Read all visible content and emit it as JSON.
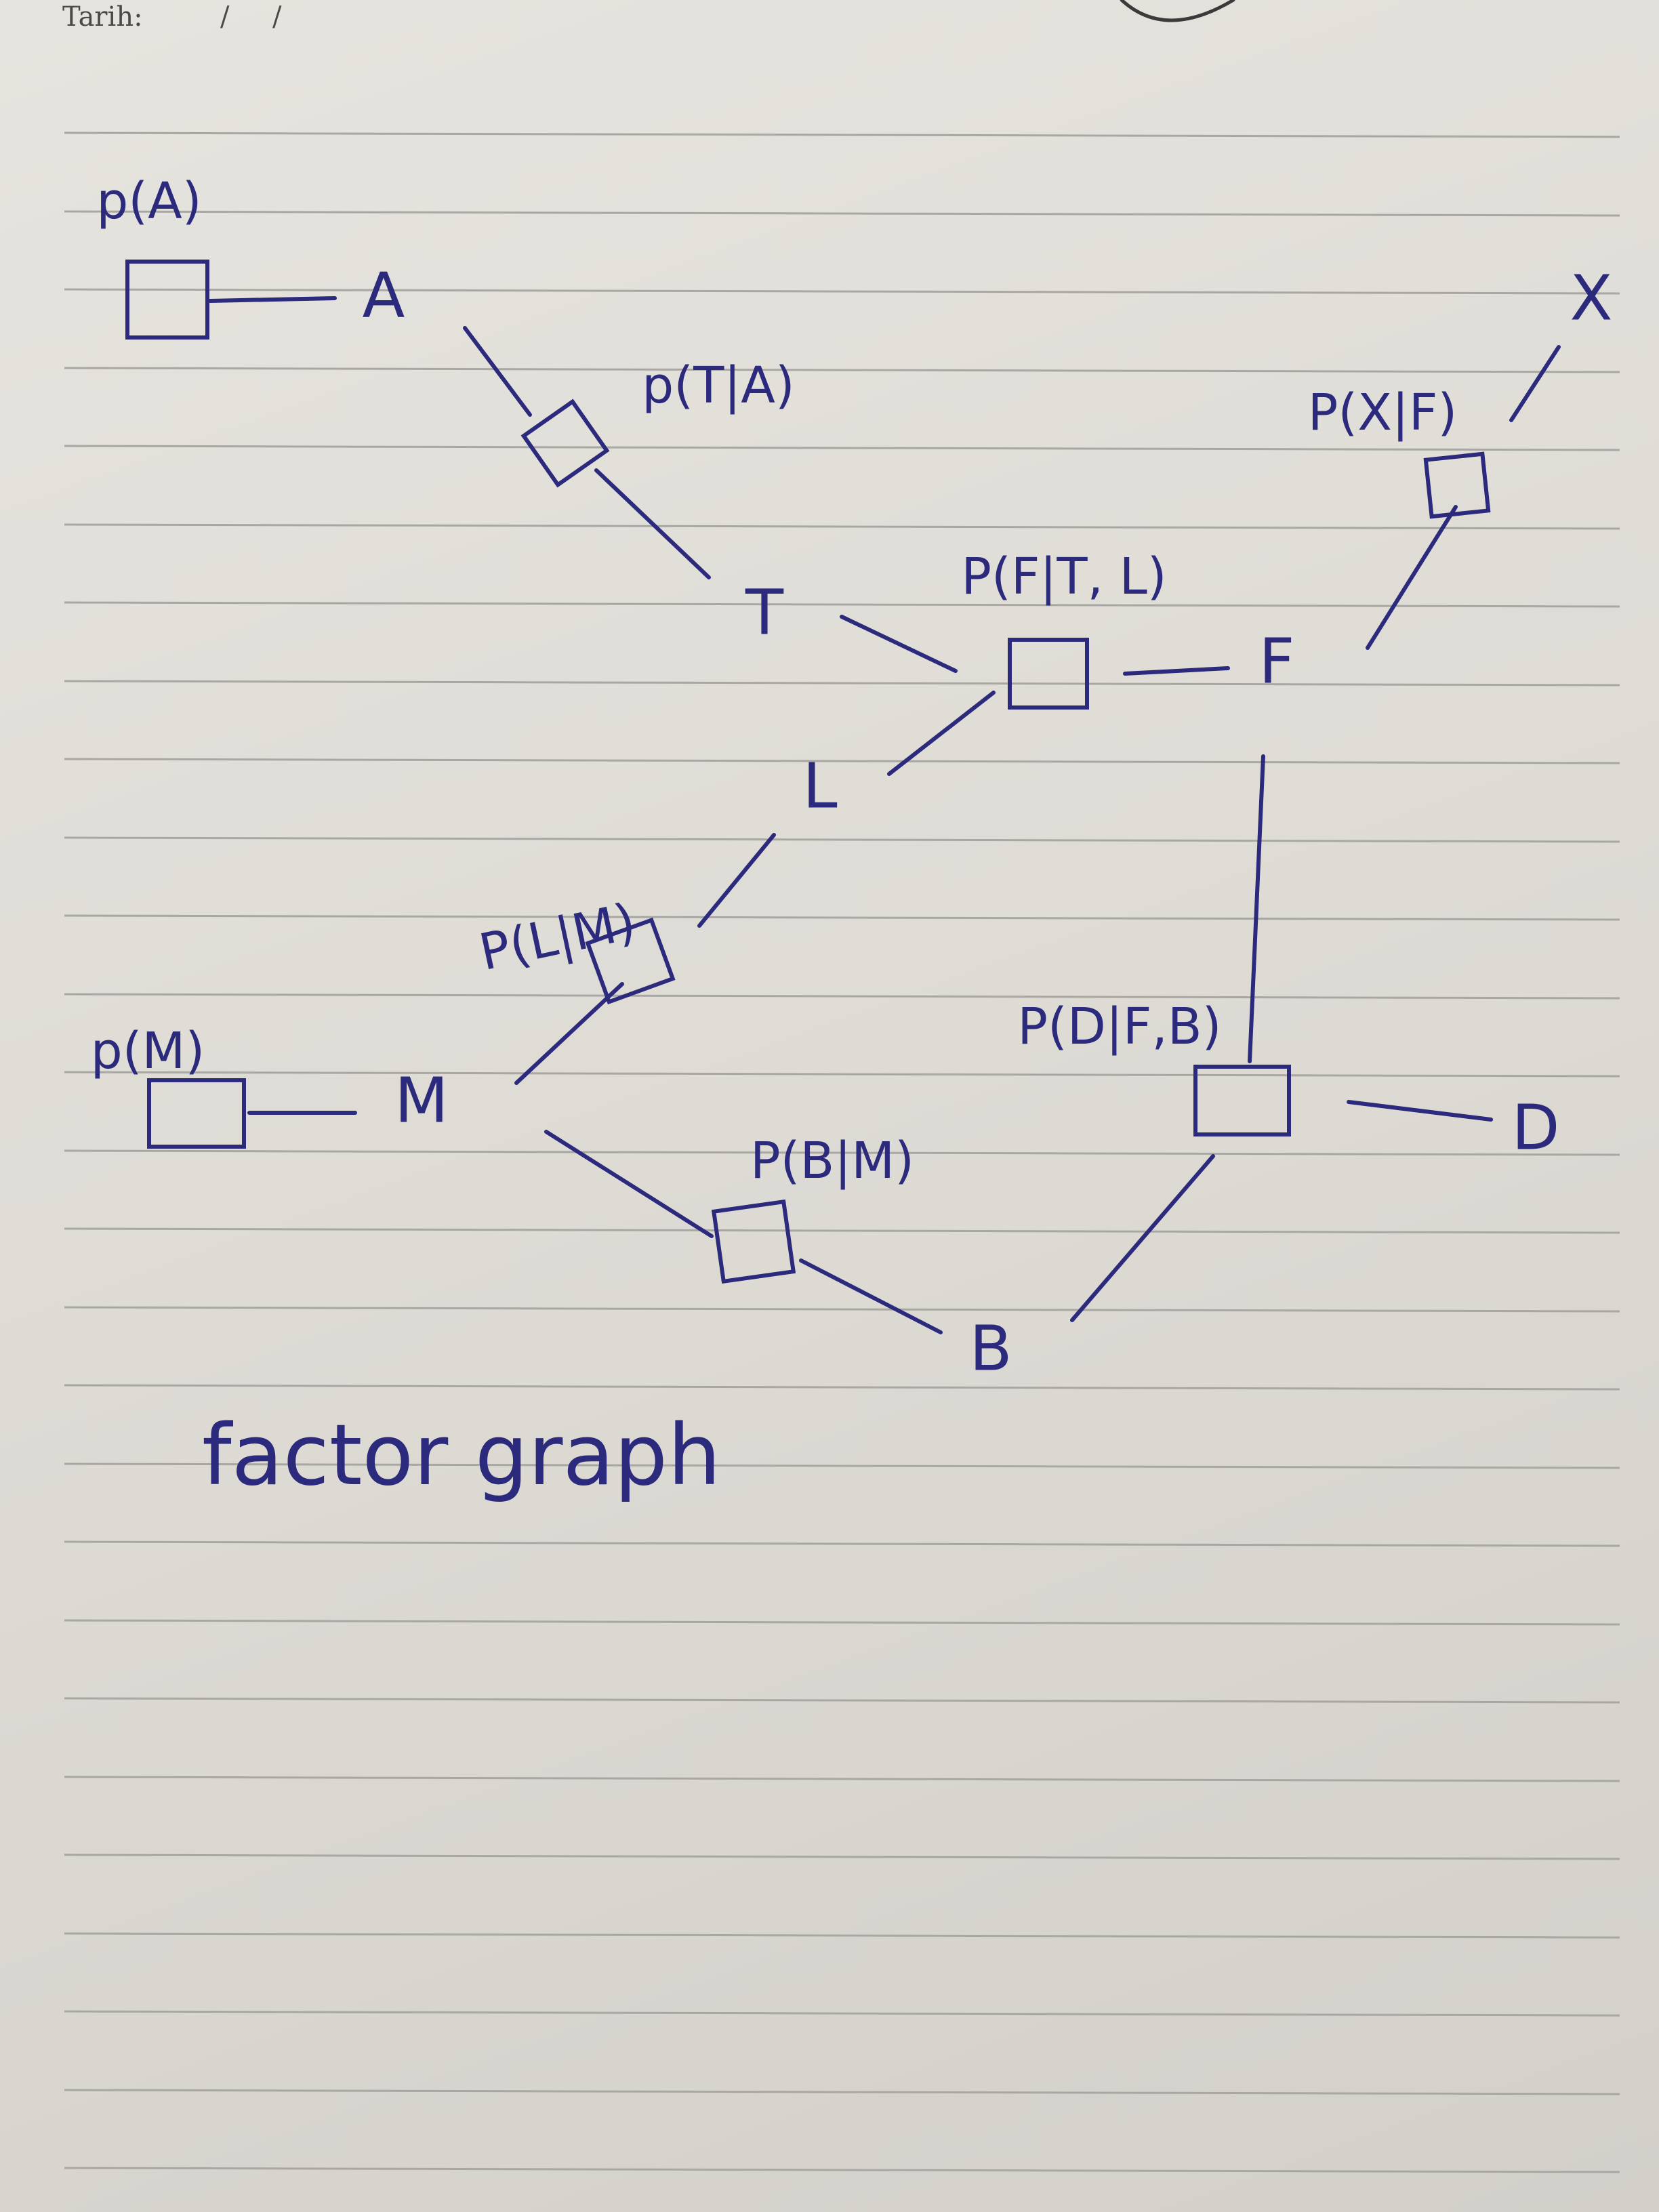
{
  "header": {
    "date_label": "Tarih:",
    "date_separators": "/     /"
  },
  "variables": {
    "A": "A",
    "T": "T",
    "F": "F",
    "X": "X",
    "L": "L",
    "M": "M",
    "B": "B",
    "D": "D"
  },
  "factors": {
    "pA": "p(A)",
    "pTA": "p(T|A)",
    "pXF": "P(X|F)",
    "pFTL": "P(F|T, L)",
    "pLM": "P(L|M)",
    "pM": "p(M)",
    "pBM": "P(B|M)",
    "pDFB": "P(D|F,B)"
  },
  "caption": "factor graph",
  "colors": {
    "ink": "#2c2a7c",
    "paper": "#e2e0da",
    "rule": "#a9a7a3"
  }
}
